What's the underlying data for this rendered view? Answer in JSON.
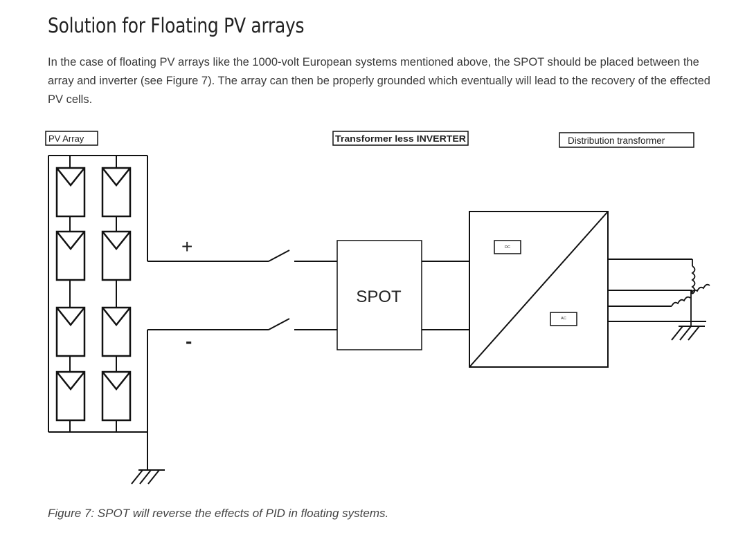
{
  "article": {
    "heading": "Solution for Floating PV arrays",
    "intro": "In the case of floating PV arrays like the 1000-volt European systems mentioned above, the SPOT should be placed between the array and inverter (see Figure 7). The array can then be properly grounded which eventually will lead to the recovery of the effected PV cells.",
    "caption": "Figure 7: SPOT will reverse the effects of PID in floating systems."
  },
  "diagram": {
    "label_pv_array": "PV Array",
    "label_inverter": "Transformer less INVERTER",
    "label_distribution": "Distribution transformer",
    "plus_sign": "+",
    "minus_sign": "-",
    "spot_label": "SPOT",
    "dc_label": "DC",
    "ac_label": "AC"
  }
}
